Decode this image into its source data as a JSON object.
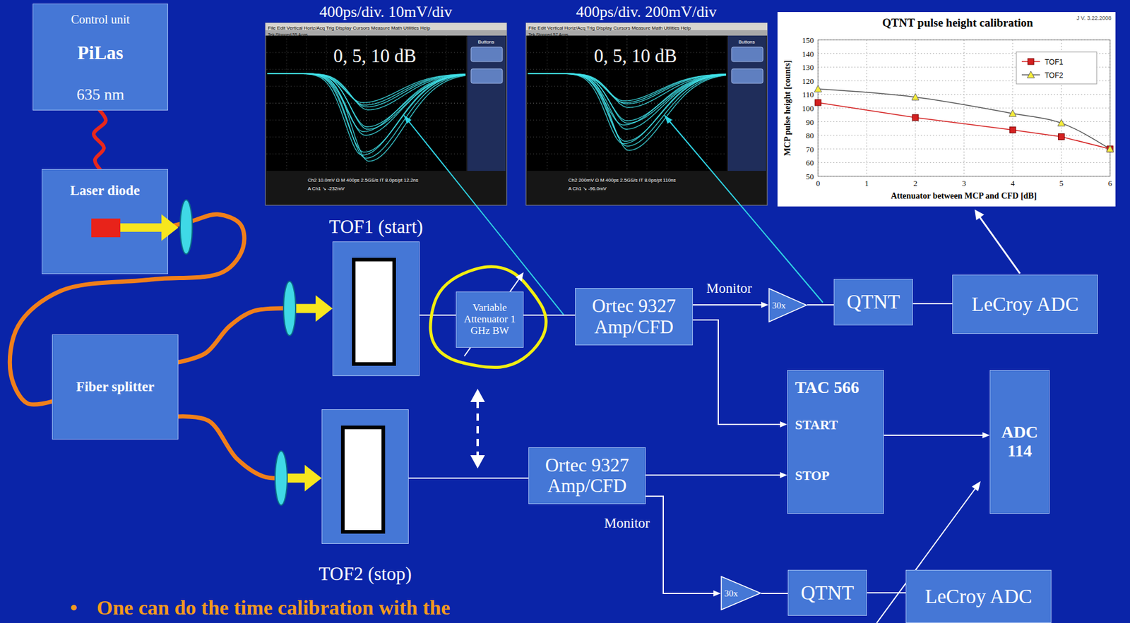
{
  "diagram": {
    "nodes": [
      {
        "text": [
          "Control unit",
          "PiLas",
          "635 nm"
        ]
      },
      {
        "text": [
          "Laser diode"
        ]
      },
      {
        "text": [
          "TOF1 (start)"
        ]
      },
      {
        "text": [
          "Variable Attenuator 1 GHz BW"
        ]
      },
      {
        "text": [
          "Ortec 9327 Amp/CFD"
        ]
      },
      {
        "text": [
          "30x"
        ]
      },
      {
        "text": [
          "QTNT"
        ]
      },
      {
        "text": [
          "LeCroy ADC"
        ]
      },
      {
        "text": [
          "Fiber splitter"
        ]
      },
      {
        "text": [
          "TAC 566",
          "START",
          "STOP"
        ]
      },
      {
        "text": [
          "ADC 114"
        ]
      },
      {
        "text": [
          "TOF2 (stop)"
        ]
      },
      {
        "text": [
          "Ortec 9327 Amp/CFD"
        ]
      },
      {
        "text": [
          "30x"
        ]
      },
      {
        "text": [
          "QTNT"
        ]
      },
      {
        "text": [
          "LeCroy ADC"
        ]
      }
    ],
    "edges": [
      {
        "from": 0,
        "to": 1,
        "arrow": "none"
      },
      {
        "from": 1,
        "to": 8,
        "arrow": "none"
      },
      {
        "from": 8,
        "to": 2,
        "arrow": "to"
      },
      {
        "from": 8,
        "to": 11,
        "arrow": "to"
      },
      {
        "from": 2,
        "to": 3,
        "arrow": "none"
      },
      {
        "from": 3,
        "to": 4,
        "arrow": "none"
      },
      {
        "from": 4,
        "to": 5,
        "arrow": "to",
        "label": "Monitor"
      },
      {
        "from": 5,
        "to": 6,
        "arrow": "none"
      },
      {
        "from": 6,
        "to": 7,
        "arrow": "none"
      },
      {
        "from": 4,
        "to": 9,
        "arrow": "to"
      },
      {
        "from": 11,
        "to": 12,
        "arrow": "none"
      },
      {
        "from": 12,
        "to": 9,
        "arrow": "to"
      },
      {
        "from": 12,
        "to": 13,
        "arrow": "to",
        "label": "Monitor"
      },
      {
        "from": 13,
        "to": 14,
        "arrow": "none"
      },
      {
        "from": 14,
        "to": 15,
        "arrow": "none"
      },
      {
        "from": 9,
        "to": 10,
        "arrow": "to"
      }
    ],
    "labels": [
      "400ps/div. 10mV/div",
      "400ps/div. 200mV/div",
      "File Edit Vertical Horiz/Acq Trig Display Cursors Measure Math Utilities Help",
      "Tek Stopped 55 Acqs",
      "Buttons",
      "0, 5, 10 dB",
      "Ch2 10.0mV Ω M 400ps 2.5GS/s IT 8.0ps/pt 12.2ns",
      "A Ch1 ↘ -232mV",
      "File Edit Vertical Horiz/Acq Trig Display Cursors Measure Math Utilities Help",
      "Tek Stopped 57 Acqs",
      "Buttons",
      "0, 5, 10 dB",
      "Ch2 200mV Ω M 400ps 2.5GS/s IT 8.0ps/pt 110ns",
      "A Ch1 ↘ -96.0mV",
      "QTNT pulse height calibration",
      "J V. 3.22.2008",
      "MCP pulse height [counts]",
      "150",
      "140",
      "130",
      "120",
      "110",
      "100",
      "90",
      "80",
      "70",
      "60",
      "50",
      "0",
      "1",
      "2",
      "3",
      "4",
      "5",
      "6",
      "Attenuator between MCP and CFD [dB]",
      "•",
      "One can do the time calibration with the"
    ],
    "legend": [
      {
        "text": "TOF1"
      },
      {
        "text": "TOF2"
      }
    ]
  }
}
